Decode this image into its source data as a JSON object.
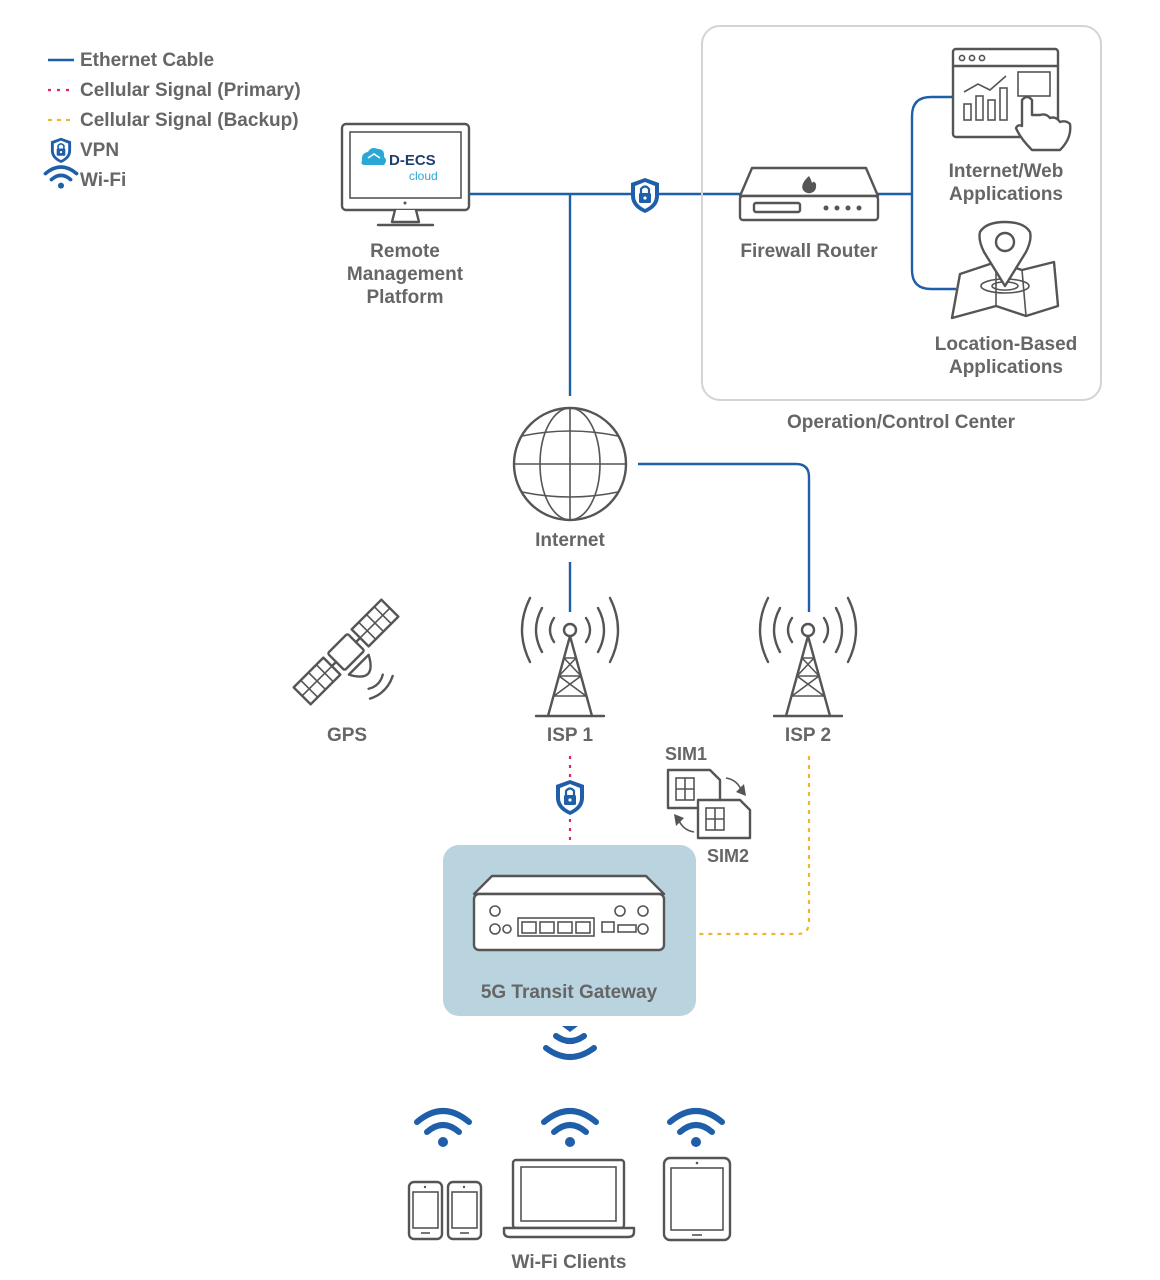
{
  "legend": {
    "ethernet": "Ethernet Cable",
    "cellular_primary": "Cellular Signal (Primary)",
    "cellular_backup": "Cellular Signal (Backup)",
    "vpn": "VPN",
    "wifi": "Wi-Fi"
  },
  "colors": {
    "ethernet": "#1f5ea8",
    "cellular_primary": "#e5206a",
    "cellular_backup": "#f0b530",
    "gateway_box": "#b9d3df",
    "logo_accent": "#29a8d6"
  },
  "nodes": {
    "remote_mgmt": {
      "line1": "Remote",
      "line2": "Management",
      "line3": "Platform"
    },
    "monitor_logo": {
      "brand": "D-ECS",
      "sub": "cloud"
    },
    "firewall": "Firewall Router",
    "web_apps": {
      "line1": "Internet/Web",
      "line2": "Applications"
    },
    "location_apps": {
      "line1": "Location-Based",
      "line2": "Applications"
    },
    "control_center": "Operation/Control Center",
    "internet": "Internet",
    "gps": "GPS",
    "isp1": "ISP 1",
    "isp2": "ISP 2",
    "sim1": "SIM1",
    "sim2": "SIM2",
    "gateway": "5G Transit Gateway",
    "clients": "Wi-Fi Clients"
  }
}
